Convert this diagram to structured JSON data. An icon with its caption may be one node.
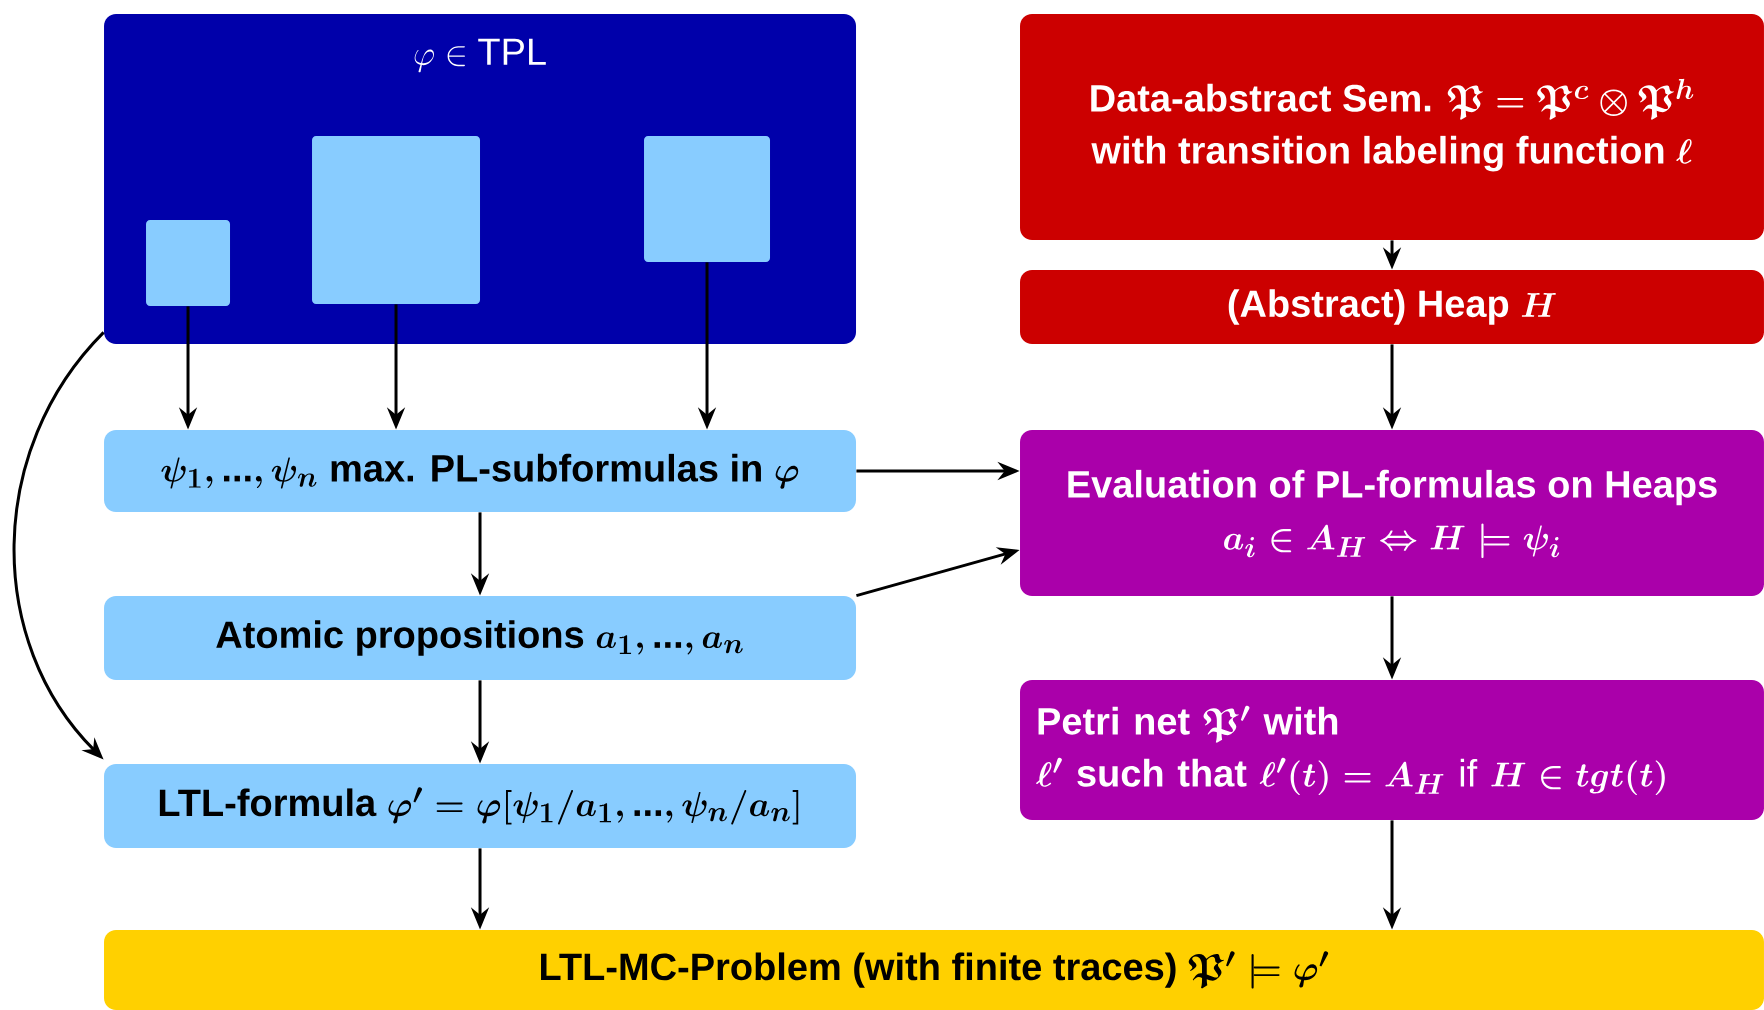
{
  "diagram": {
    "nodes": [
      {
        "text": [
          "\\varphi \\in \\mathrm{TPL}"
        ]
      },
      {
        "text": [],
        "shape": "box",
        "in": 0
      },
      {
        "text": [],
        "shape": "box",
        "in": 0
      },
      {
        "text": [],
        "shape": "box",
        "in": 0
      },
      {
        "text": [
          "\\begin{array}{c}\\textbf{Data-abstract Sem. }\\mathfrak{P}=\\mathfrak{P}^c\\otimes\\mathfrak{P}^h\\\\ \\textbf{with transition labeling function }\\ell\\end{array}"
        ]
      },
      {
        "text": [
          "\\textbf{(Abstract) Heap }H"
        ]
      },
      {
        "text": [
          "\\psi_1,\\textbf{...},\\psi_n\\textbf{ max. PL-subformulas in }\\varphi"
        ]
      },
      {
        "text": [
          "\\begin{array}{c}\\textbf{Evaluation of PL-formulas on Heaps}\\\\ a_i\\in A_H\\Leftrightarrow H\\models\\psi_i\\end{array}"
        ]
      },
      {
        "text": [
          "\\textbf{Atomic propositions }a_1,\\textbf{...},a_n"
        ]
      },
      {
        "text": [
          "\\begin{array}{l}\\textbf{Petri net }\\mathfrak{P}'\\textbf{ with}\\\\ \\ell'\\textbf{ such that }\\ell'(t)=A_H\\textmd{ if }H\\in tgt(t)\\end{array}"
        ]
      },
      {
        "text": [
          "\\textbf{LTL-formula }\\varphi'=\\varphi[\\psi_1/a_1,\\textbf{...},\\psi_n/a_n]"
        ]
      },
      {
        "text": [
          "\\textbf{LTL-MC-Problem (with finite traces) }\\mathfrak{P}'\\models\\varphi'"
        ]
      }
    ],
    "edges": [
      {
        "from": 1,
        "to": 6,
        "arrow": "to"
      },
      {
        "from": 2,
        "to": 6,
        "arrow": "to"
      },
      {
        "from": 3,
        "to": 6,
        "arrow": "to"
      },
      {
        "from": 0,
        "to": 10,
        "arrow": "to"
      },
      {
        "from": 4,
        "to": 5,
        "arrow": "to"
      },
      {
        "from": 5,
        "to": 7,
        "arrow": "to"
      },
      {
        "from": 6,
        "to": 7,
        "arrow": "to"
      },
      {
        "from": 6,
        "to": 8,
        "arrow": "to"
      },
      {
        "from": 8,
        "to": 7,
        "arrow": "to"
      },
      {
        "from": 8,
        "to": 10,
        "arrow": "to"
      },
      {
        "from": 7,
        "to": 9,
        "arrow": "to"
      },
      {
        "from": 10,
        "to": 11,
        "arrow": "to"
      },
      {
        "from": 9,
        "to": 11,
        "arrow": "to"
      }
    ]
  }
}
